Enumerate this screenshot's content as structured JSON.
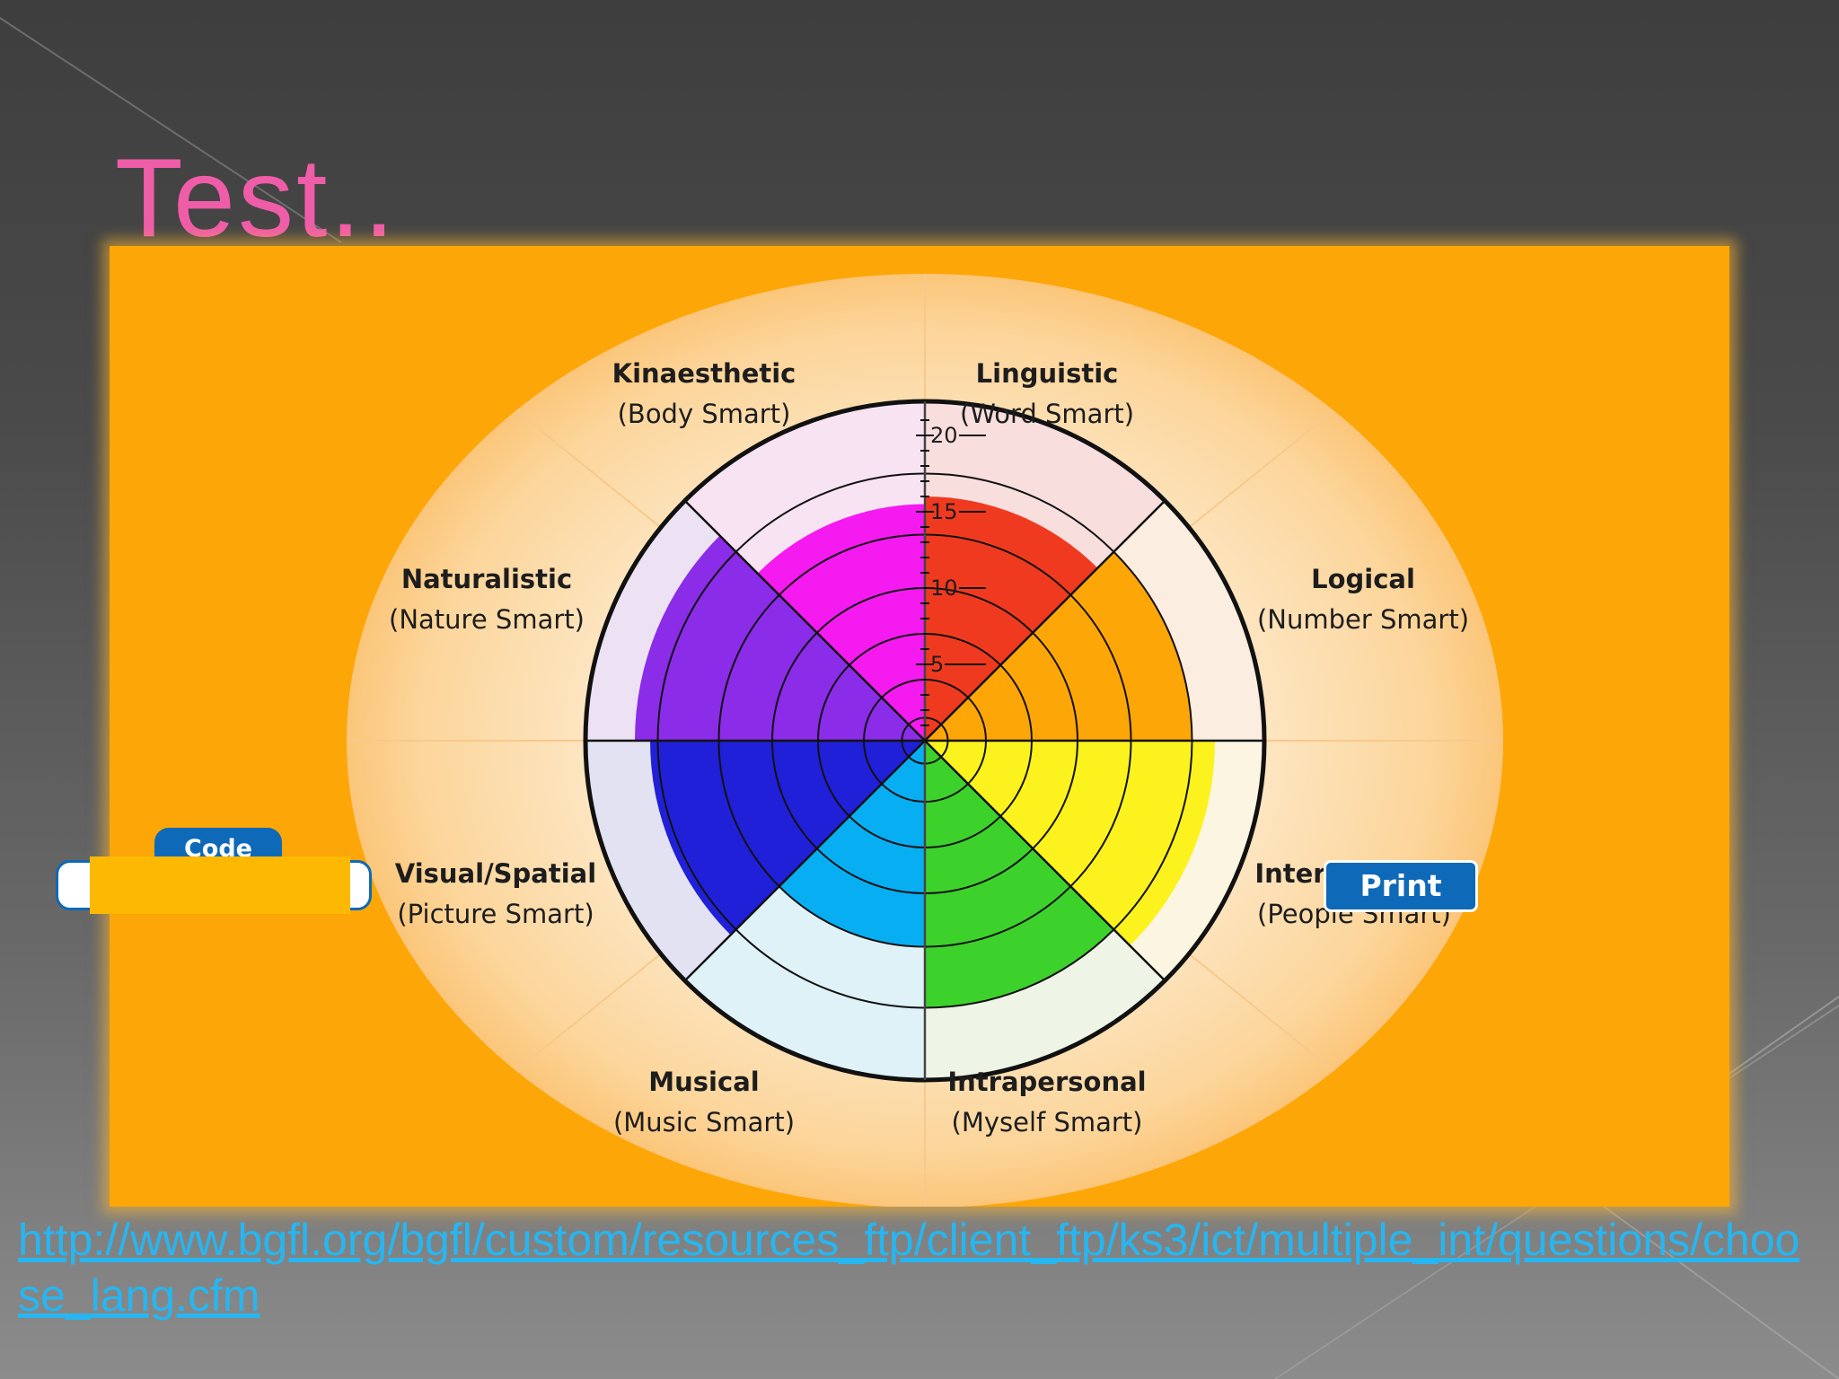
{
  "slide": {
    "title": "Test..",
    "link_text": "http://www.bgfl.org/bgfl/custom/resources_ftp/client_ftp/ks3/ict/multiple_int/questions/choose_lang.cfm"
  },
  "wheel": {
    "scale_max": 20,
    "ticks": [
      "5",
      "10",
      "15",
      "20"
    ],
    "segments": [
      {
        "name": "Linguistic",
        "sub": "(Word Smart)",
        "score": 16,
        "color": "#f03a1f",
        "track": "#f9dede"
      },
      {
        "name": "Logical",
        "sub": "(Number Smart)",
        "score": 17.5,
        "color": "#fda607",
        "track": "#fbeee0"
      },
      {
        "name": "Interpersonal",
        "sub": "(People Smart)",
        "score": 19,
        "color": "#fcf21e",
        "track": "#fbf5e2"
      },
      {
        "name": "Intrapersonal",
        "sub": "(Myself Smart)",
        "score": 17.5,
        "color": "#3dd12c",
        "track": "#eef5e6"
      },
      {
        "name": "Musical",
        "sub": "(Music Smart)",
        "score": 13.5,
        "color": "#07aef2",
        "track": "#dff2f8"
      },
      {
        "name": "Visual/Spatial",
        "sub": "(Picture Smart)",
        "score": 18,
        "color": "#2020d8",
        "track": "#e2e2f3"
      },
      {
        "name": "Naturalistic",
        "sub": "(Nature Smart)",
        "score": 19,
        "color": "#8a2ce8",
        "track": "#ece2f4"
      },
      {
        "name": "Kinaesthetic",
        "sub": "(Body Smart)",
        "score": 15.5,
        "color": "#f41af0",
        "track": "#f8e3f2"
      }
    ]
  },
  "controls": {
    "code_label": "Code",
    "code_value": "",
    "print_label": "Print"
  },
  "colors": {
    "title": "#ef5da8",
    "panel": "#fda607",
    "button": "#0e69b8",
    "link": "#27b6f0"
  }
}
